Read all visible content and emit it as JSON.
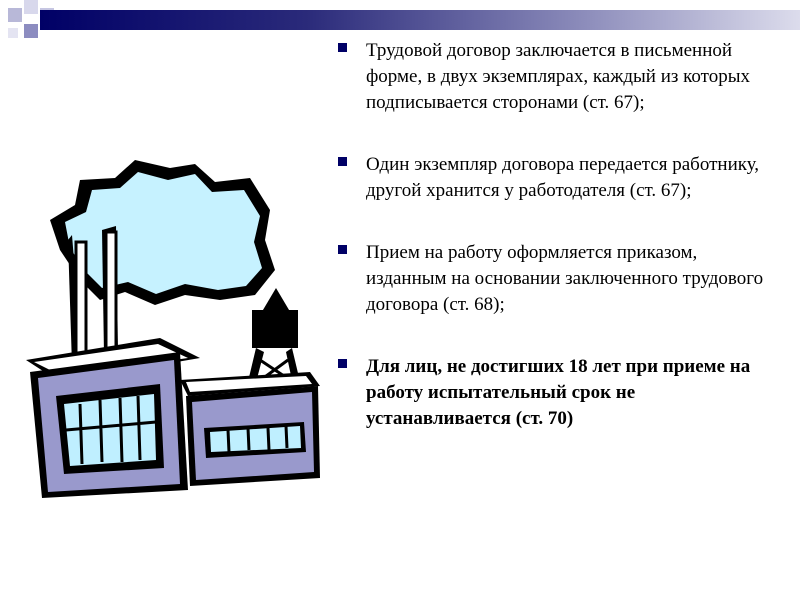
{
  "slide": {
    "bullets": [
      {
        "text": "Трудовой договор заключается в письменной форме, в двух экземплярах, каждый из которых подписывается сторонами (ст. 67);",
        "bold": false
      },
      {
        "text": "Один экземпляр договора передается работнику, другой хранится у работодателя (ст. 67);",
        "bold": false
      },
      {
        "text": "Прием на работу оформляется приказом, изданным на основании заключенного трудового договора (ст. 68);",
        "bold": false
      },
      {
        "text": "Для лиц, не достигших 18 лет при приеме на работу испытательный срок не устанавливается (ст. 70)",
        "bold": true
      }
    ],
    "illustration": {
      "icon": "factory-icon"
    },
    "colors": {
      "accent": "#000066",
      "band_end": "#dcdcec",
      "factory_wall": "#9999cc",
      "windows": "#bfefff",
      "smoke": "#c6f2ff"
    }
  }
}
